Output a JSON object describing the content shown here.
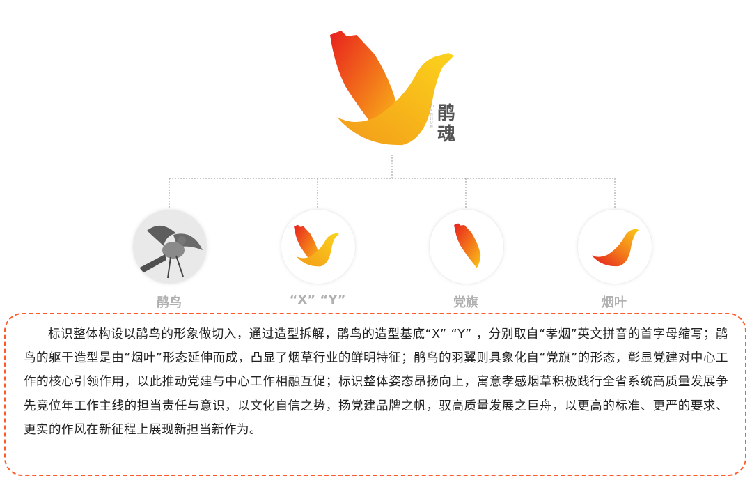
{
  "logo": {
    "name_cn": [
      "鹃",
      "魂"
    ],
    "name_pinyin": "JUAN HUN"
  },
  "items": [
    {
      "label": "鹃鸟"
    },
    {
      "label": "“X” “Y”"
    },
    {
      "label": "党旗"
    },
    {
      "label": "烟叶"
    }
  ],
  "description": "标识整体构设以鹃鸟的形象做切入，通过造型拆解，鹃鸟的造型基底“X” “Y” ，分别取自“孝烟”英文拼音的首字母缩写；鹃鸟的躯干造型是由“烟叶”形态延伸而成，凸显了烟草行业的鲜明特征；鹃鸟的羽翼则具象化自“党旗”的形态，彰显党建对中心工作的核心引领作用，以此推动党建与中心工作相融互促；标识整体姿态昂扬向上，寓意孝感烟草积极践行全省系统高质量发展争先竞位年工作主线的担当责任与意识，以文化自信之势，扬党建品牌之帆，驭高质量发展之巨舟，以更高的标准、更严的要求、更实的作风在新征程上展现新担当新作为。",
  "colors": {
    "gradient_start": "#e8201e",
    "gradient_mid": "#f3791a",
    "gradient_end": "#f9c518",
    "caption": "#b0b0b0",
    "dashed_border": "#ff5a2a"
  }
}
